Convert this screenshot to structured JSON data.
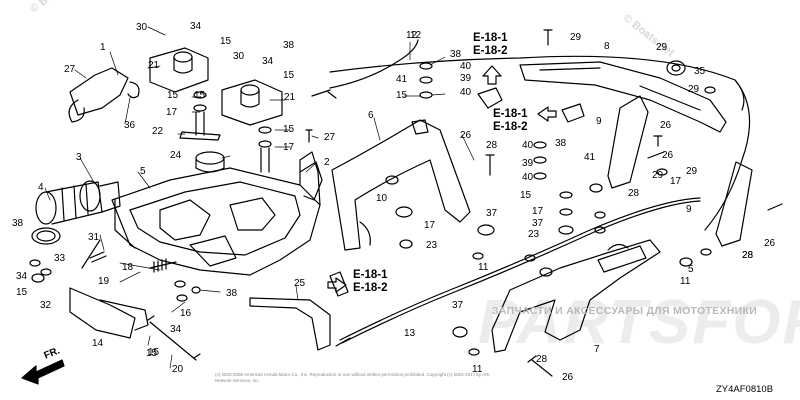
{
  "watermarks": {
    "site": "PARTSFOR.RU",
    "subtitle": "ЗАПЧАСТИ И АКСЕССУАРЫ ДЛЯ МОТОТЕХНИКИ",
    "corner_left": "© Boats.net",
    "corner_right": "© Boats.net"
  },
  "references": [
    {
      "line1": "E-18-1",
      "line2": "E-18-2"
    },
    {
      "line1": "E-18-1",
      "line2": "E-18-2"
    },
    {
      "line1": "E-18-1",
      "line2": "E-18-2"
    }
  ],
  "fr_label": "FR.",
  "diagram_code": "ZY4AF0810B",
  "copyright": "(c) 2003-2008 American Honda Motor Co., Inc. Reproduction or use without written permission prohibited. Copyright (c) 2004-2017 by ARI Network Services, Inc.",
  "callouts": [
    "30",
    "34",
    "15",
    "21",
    "38",
    "34",
    "15",
    "30",
    "15",
    "21",
    "27",
    "1",
    "36",
    "15",
    "17",
    "22",
    "24",
    "15",
    "17",
    "2",
    "27",
    "3",
    "4",
    "5",
    "38",
    "31",
    "34",
    "15",
    "33",
    "32",
    "18",
    "19",
    "16",
    "15",
    "34",
    "38",
    "14",
    "15",
    "20",
    "25",
    "12",
    "38",
    "40",
    "39",
    "40",
    "41",
    "15",
    "6",
    "26",
    "28",
    "10",
    "17",
    "23",
    "37",
    "11",
    "13",
    "37",
    "11",
    "35",
    "29",
    "8",
    "29",
    "29",
    "9",
    "26",
    "39",
    "41",
    "40",
    "38",
    "15",
    "40",
    "17",
    "23",
    "37",
    "11",
    "5",
    "17",
    "29",
    "26",
    "28",
    "29",
    "28",
    "7",
    "28",
    "26",
    "26",
    "28",
    "9",
    "12"
  ],
  "colors": {
    "ink": "#000000",
    "watermark": "#e6e6e6",
    "background": "#ffffff"
  }
}
